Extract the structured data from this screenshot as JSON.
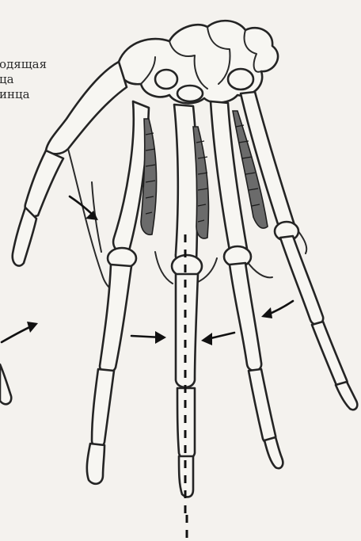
{
  "caption": {
    "lines": [
      "одящая",
      "ца",
      "инца"
    ]
  },
  "colors": {
    "paper": "#f4f2ee",
    "ink": "#242424"
  }
}
